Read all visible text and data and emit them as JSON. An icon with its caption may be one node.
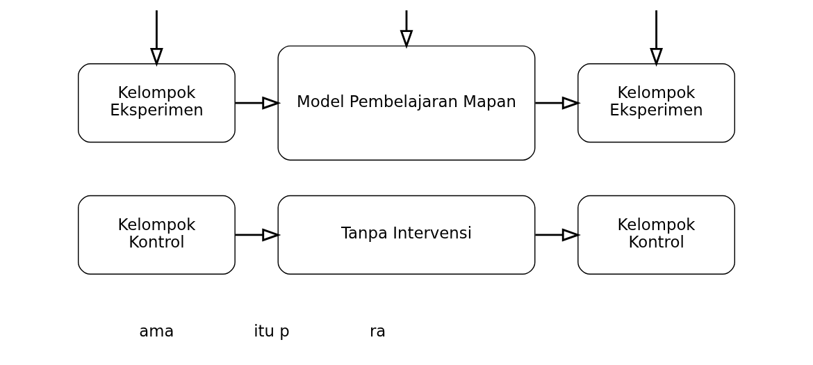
{
  "diagram": {
    "nodes": [
      {
        "text": [
          "Kelompok Eksperimen"
        ]
      },
      {
        "text": [
          "Model Pembelajaran Mapan"
        ]
      },
      {
        "text": [
          "Kelompok Eksperimen"
        ]
      },
      {
        "text": [
          "Kelompok Kontrol"
        ]
      },
      {
        "text": [
          "Tanpa Intervensi"
        ]
      },
      {
        "text": [
          "Kelompok Kontrol"
        ]
      }
    ],
    "edges": [
      {
        "from": null,
        "to": 0,
        "arrow": "to"
      },
      {
        "from": null,
        "to": 1,
        "arrow": "to"
      },
      {
        "from": null,
        "to": 2,
        "arrow": "to"
      },
      {
        "from": 0,
        "to": 1,
        "arrow": "to"
      },
      {
        "from": 1,
        "to": 2,
        "arrow": "to"
      },
      {
        "from": 3,
        "to": 4,
        "arrow": "to"
      },
      {
        "from": 4,
        "to": 5,
        "arrow": "to"
      }
    ],
    "labels": [
      "ama",
      "itu p",
      "ra"
    ]
  }
}
